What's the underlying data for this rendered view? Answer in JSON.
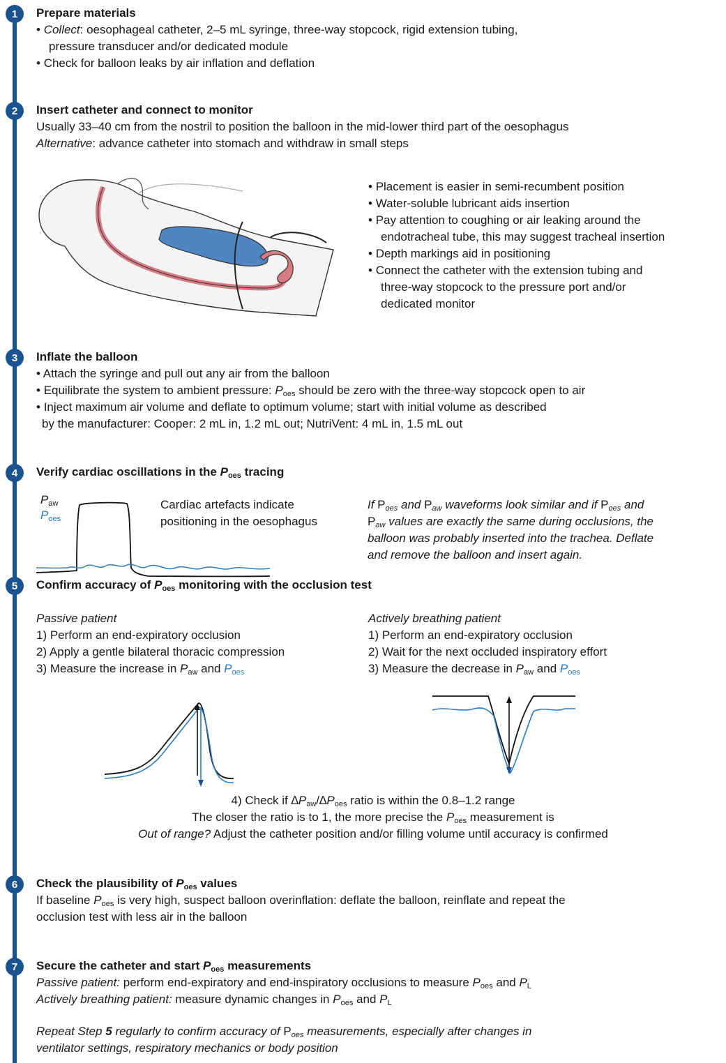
{
  "colors": {
    "accent": "#1b5390",
    "poes": "#2a7bbf",
    "lung": "#4f86c2",
    "tube": "#d77b82"
  },
  "steps": [
    {
      "num": "1",
      "title": "Prepare materials",
      "b1_label": "Collect",
      "b1_text": ": oesophageal catheter, 2–5 mL syringe, three-way stopcock, rigid extension tubing,",
      "b1_cont": "pressure transducer and/or dedicated module",
      "b2": "Check for balloon leaks by air inflation and deflation"
    },
    {
      "num": "2",
      "title": "Insert catheter and connect to monitor",
      "l1": "Usually 33–40 cm from the nostril to position the balloon in the mid-lower third part of the oesophagus",
      "l2_label": "Alternative",
      "l2_text": ": advance catheter into stomach and withdraw in small steps",
      "bullets": [
        "Placement is easier in semi-recumbent position",
        "Water-soluble lubricant aids insertion",
        "Pay attention to coughing or air leaking around the",
        "endotracheal tube, this may suggest tracheal insertion",
        "Depth markings aid in positioning",
        "Connect the catheter with the extension tubing and",
        "three-way stopcock to the pressure port and/or",
        "dedicated monitor"
      ]
    },
    {
      "num": "3",
      "title": "Inflate the balloon",
      "b1": "Attach the syringe and pull out any air from the balloon",
      "b2a": "Equilibrate the system to ambient pressure: ",
      "b2b": " should be zero with the three-way stopcock open to air",
      "b3": "Inject maximum air volume and deflate to optimum volume; start with initial volume as described",
      "b3c": "by the manufacturer: Cooper: 2 mL in, 1.2 mL out; NutriVent: 4 mL in, 1.5 mL out"
    },
    {
      "num": "4",
      "title_a": "Verify cardiac oscillations in the ",
      "title_b": " tracing",
      "note1": "Cardiac artefacts indicate",
      "note2": "positioning in the oesophagus",
      "warn1a": "If ",
      "warn1b": " and ",
      "warn1c": " waveforms look similar and if ",
      "warn1d": " and",
      "warn2b": " values are exactly the same during occlusions, the",
      "warn3": "balloon was probably inserted into the trachea. Deflate",
      "warn4": "and remove the balloon and insert again."
    },
    {
      "num": "5",
      "title_a": "Confirm accuracy of ",
      "title_b": " monitoring with the occlusion test",
      "passive_head": "Passive patient",
      "passive": [
        "1) Perform an end-expiratory occlusion",
        "2) Apply a gentle bilateral thoracic compression"
      ],
      "passive3a": "3) Measure the increase in ",
      "active_head": "Actively breathing patient",
      "active": [
        "1) Perform an end-expiratory occlusion",
        "2) Wait for the next occluded inspiratory effort"
      ],
      "active3a": "3) Measure the decrease in ",
      "and": " and ",
      "check_a": "4) Check if ∆",
      "check_b": "/∆",
      "check_c": " ratio is within the 0.8–1.2 range",
      "closer_a": "The closer the ratio is to 1, the more precise the ",
      "closer_b": " measurement is",
      "oor_label": "Out of range?",
      "oor_text": " Adjust the catheter position and/or filling volume until accuracy is confirmed"
    },
    {
      "num": "6",
      "title_a": "Check the plausibility of ",
      "title_b": " values",
      "l1a": "If baseline ",
      "l1b": " is very high, suspect balloon overinflation: deflate the balloon, reinflate and repeat the",
      "l2": "occlusion test with less air in the balloon"
    },
    {
      "num": "7",
      "title_a": "Secure the catheter and start ",
      "title_b": " measurements",
      "l1_label": "Passive patient:",
      "l1_text": " perform end-expiratory and end-inspiratory occlusions to measure ",
      "l2_label": "Actively breathing patient:",
      "l2_text": " measure dynamic changes in ",
      "rep_a": "Repeat Step ",
      "rep_b": "5",
      "rep_c": " regularly to confirm accuracy of ",
      "rep_d": " measurements, especially after changes in",
      "rep2": "ventilator settings, respiratory mechanics or body position"
    }
  ],
  "sym": {
    "P": "P",
    "oes": "oes",
    "aw": "aw",
    "L": "L",
    "Pplain": "P",
    "and": " and "
  }
}
